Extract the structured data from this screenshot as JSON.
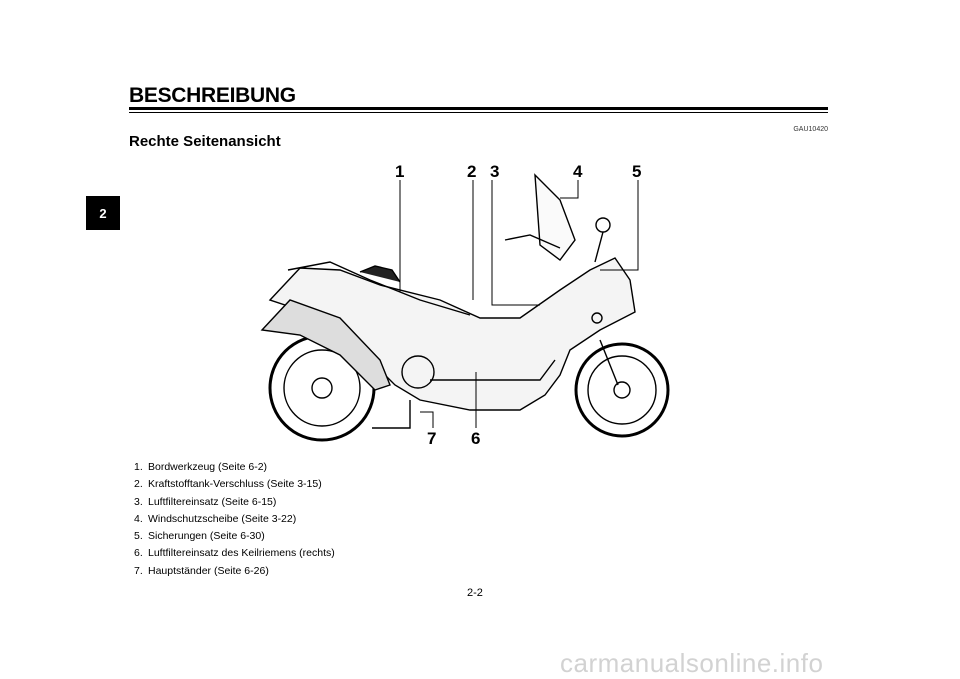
{
  "header": {
    "title": "BESCHREIBUNG",
    "code": "GAU10420",
    "subtitle": "Rechte Seitenansicht"
  },
  "chapter_tab": "2",
  "figure": {
    "callouts": [
      "1",
      "2",
      "3",
      "4",
      "5",
      "6",
      "7"
    ]
  },
  "legend": [
    {
      "n": "1.",
      "text": "Bordwerkzeug (Seite 6-2)"
    },
    {
      "n": "2.",
      "text": "Kraftstofftank-Verschluss (Seite 3-15)"
    },
    {
      "n": "3.",
      "text": "Luftfiltereinsatz (Seite 6-15)"
    },
    {
      "n": "4.",
      "text": "Windschutzscheibe (Seite 3-22)"
    },
    {
      "n": "5.",
      "text": "Sicherungen (Seite 6-30)"
    },
    {
      "n": "6.",
      "text": "Luftfiltereinsatz des Keilriemens (rechts)"
    },
    {
      "n": "7.",
      "text": "Hauptständer (Seite 6-26)"
    }
  ],
  "page_number": "2-2",
  "watermark": "carmanualsonline.info"
}
